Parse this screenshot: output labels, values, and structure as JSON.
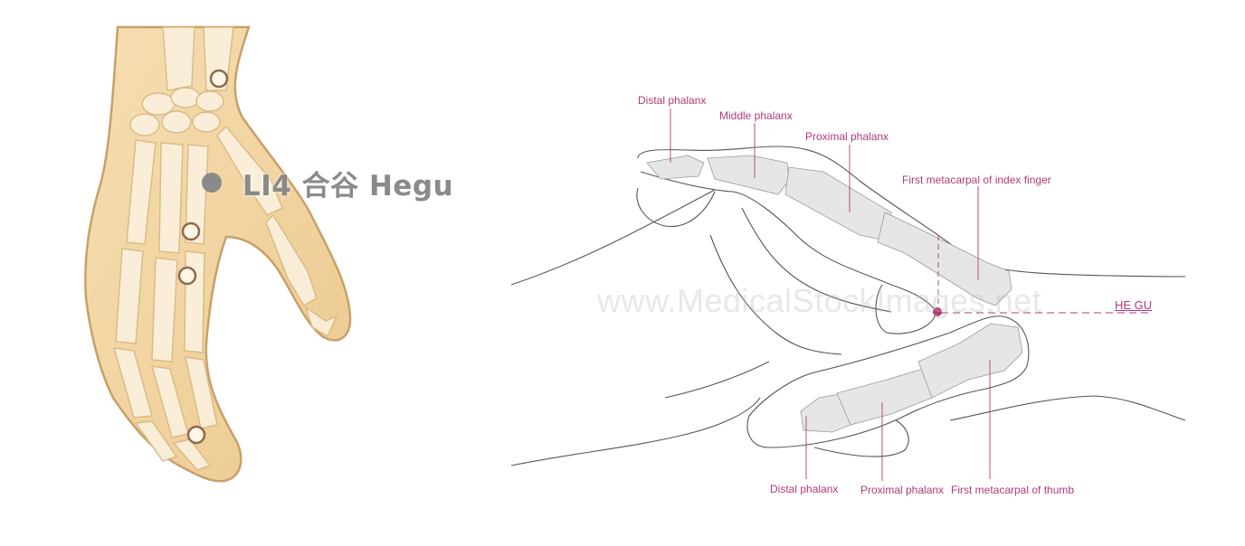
{
  "left_panel": {
    "point_title": "LI4 合谷 Hegu",
    "colors": {
      "skin": "#f3d7a6",
      "skin_edge": "#c8a068",
      "bone": "#fbf1de",
      "point_marker": "#8b6a4e",
      "label": "#8a8a8a"
    }
  },
  "right_panel": {
    "labels": {
      "distal_phalanx_top": "Distal phalanx",
      "middle_phalanx": "Middle phalanx",
      "proximal_phalanx_top": "Proximal phalanx",
      "first_metacarpal_index": "First metacarpal of index finger",
      "he_gu": "HE GU",
      "distal_phalanx_bottom": "Distal phalanx",
      "proximal_phalanx_bottom": "Proximal phalanx",
      "first_metacarpal_thumb": "First metacarpal of thumb"
    },
    "colors": {
      "outline": "#555555",
      "bone": "#e6e6e6",
      "label": "#b03a78"
    }
  },
  "watermark": "www.MedicalStockImages.net"
}
